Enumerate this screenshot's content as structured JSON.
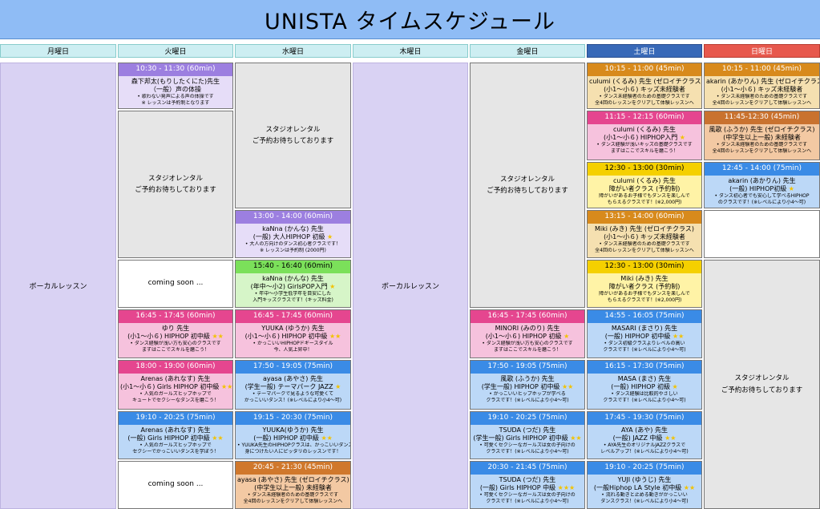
{
  "title": "UNISTA タイムスケジュール",
  "days": [
    "月曜日",
    "火曜日",
    "水曜日",
    "木曜日",
    "金曜日",
    "土曜日",
    "日曜日"
  ],
  "vocal": "ボーカルレッスン",
  "rental": [
    "スタジオレンタル",
    "ご予約お待ちしております"
  ],
  "soon": "coming soon ...",
  "tue": [
    {
      "time": "10:30 - 11:30 (60min)",
      "l1": "森下邦太(もりしたくにた)先生",
      "l2": "（一般）声の体操",
      "l3": "• 歌わない発声による声の体操です",
      "l4": "※ レッスンは予約制となります"
    },
    {
      "time": "16:45 - 17:45 (60min)",
      "l1": "ゆり 先生",
      "l2": "(小1〜小６) HIPHOP 初中級",
      "l3": "• ダンス経験が浅い方も安心のクラスです",
      "l4": "まずはここでスキルを磨こう！"
    },
    {
      "time": "18:00 - 19:00 (60min)",
      "l1": "Arenas (あれなす) 先生",
      "l2": "(小1〜小６) Girls HIPHOP 初中級",
      "l3": "• 人気のガールズヒップホップで",
      "l4": "キュートでセクシーなダンスを磨こう！"
    },
    {
      "time": "19:10 - 20:25 (75min)",
      "l1": "Arenas (あれなす) 先生",
      "l2": "(一般) Girls HIPHOP 初中級",
      "l3": "• 人気のガールズヒップホップで",
      "l4": "セクシーでかっこいいダンスを学ぼう！"
    }
  ],
  "wed": [
    {
      "time": "13:00 - 14:00 (60min)",
      "l1": "kaNna (かんな) 先生",
      "l2": "(一般) 大人HIPHOP 初級",
      "l3": "• 大人の方向けのダンス初心者クラスです！",
      "l4": "※ レッスンは予約制 (2000円)"
    },
    {
      "time": "15:40 - 16:40 (60min)",
      "l1": "kaNna (かんな) 先生",
      "l2": "(年中〜小2) GirlsPOP入門",
      "l3": "• 年中〜小学生低学年を目安にした",
      "l4": "入門キッズクラスです！(キッズ料金)"
    },
    {
      "time": "16:45 - 17:45 (60min)",
      "l1": "YUUKA (ゆうか) 先生",
      "l2": "(小1〜小６) HIPHOP 初中級",
      "l3": "• かっこいいHIPHOPドギースタイル",
      "l4": "今、人気上昇中！"
    },
    {
      "time": "17:50 - 19:05 (75min)",
      "l1": "ayasa (あやさ) 先生",
      "l2": "(学生一般) テーマパーク JAZZ",
      "l3": "• テーマパークで見るような可愛くて",
      "l4": "かっこいいダンス！(※レベルにより小4〜可)"
    },
    {
      "time": "19:15 - 20:30 (75min)",
      "l1": "YUUKA(ゆうか) 先生",
      "l2": "(一般) HIPHOP 初中級",
      "l3": "• YUUKA先生のHIPHOPクラスは、かっこいいダンスを",
      "l4": "身につけたい人にピッタリのレッスンです！"
    },
    {
      "time": "20:45 - 21:30 (45min)",
      "l1": "ayasa (あやさ) 先生 (ゼロイチクラス)",
      "l2": "(中学生以上一般) 未経験者",
      "l3": "• ダンス未経験者のための基礎クラスです",
      "l4": "全4回のレッスンをクリアして体験レッスンへ"
    }
  ],
  "fri": [
    {
      "time": "16:45 - 17:45 (60min)",
      "l1": "MINORI (みのり) 先生",
      "l2": "(小1〜小６) HIPHOP 初級",
      "l3": "• ダンス経験が浅い方も安心のクラスです",
      "l4": "まずはここでスキルを磨こう！"
    },
    {
      "time": "17:50 - 19:05 (75min)",
      "l1": "風歌 (ふうか) 先生",
      "l2": "(学生一般) HIPHOP 初中級",
      "l3": "• かっこいいヒップホップが学べる",
      "l4": "クラスです！(※レベルにより小4〜可)"
    },
    {
      "time": "19:10 - 20:25 (75min)",
      "l1": "TSUDA (つだ) 先生",
      "l2": "(学生一般) Girls HIPHOP 初中級",
      "l3": "• 可愛くセクシーなガールズは女の子向けの",
      "l4": "クラスです！(※レベルにより小4〜可)"
    },
    {
      "time": "20:30 - 21:45 (75min)",
      "l1": "TSUDA (つだ) 先生",
      "l2": "(一般) Girls HIPHOP 中級",
      "l3": "• 可愛くセクシーなガールズは女の子向けの",
      "l4": "クラスです！(※レベルにより小4〜可)"
    }
  ],
  "sat": [
    {
      "time": "10:15 - 11:00 (45min)",
      "l1": "culumi (くるみ) 先生 (ゼロイチクラス)",
      "l2": "(小1〜小６) キッズ未経験者",
      "l3": "• ダンス未経験者のための基礎クラスです",
      "l4": "全4回のレッスンをクリアして体験レッスンへ"
    },
    {
      "time": "11:15 - 12:15 (60min)",
      "l1": "culumi (くるみ) 先生",
      "l2": "(小1〜小６) HIPHOP入門",
      "l3": "• ダンス経験が浅いキッズの基礎クラスです",
      "l4": "まずはここでスキルを磨こう！"
    },
    {
      "time": "12:30 - 13:00 (30min)",
      "l1": "culumi (くるみ) 先生",
      "l2": "障がい者クラス (予約制)",
      "l3": "障がいがあるお子様でもダンスを楽しんで",
      "l4": "もらえるクラスです！(※2,000円)"
    },
    {
      "time": "13:15 - 14:00 (60min)",
      "l1": "Miki (みき) 先生 (ゼロイチクラス)",
      "l2": "(小1〜小６) キッズ未経験者",
      "l3": "• ダンス未経験者のための基礎クラスです",
      "l4": "全4回のレッスンをクリアして体験レッスンへ"
    },
    {
      "time": "12:30 - 13:00 (30min)",
      "l1": "Miki (みき) 先生",
      "l2": "障がい者クラス (予約制)",
      "l3": "障がいがあるお子様でもダンスを楽しんで",
      "l4": "もらえるクラスです！(※2,000円)"
    },
    {
      "time": "14:55 - 16:05 (75min)",
      "l1": "MASARI (まさり) 先生",
      "l2": "(一般) HIPHOP 初中級",
      "l3": "• ダンス初級クラスよりレベルの高い",
      "l4": "クラスです！(※レベルにより小4〜可)"
    },
    {
      "time": "16:15 - 17:30 (75min)",
      "l1": "MASA (まさ) 先生",
      "l2": "(一般) HIPHOP 初級",
      "l3": "• ダンス経験は比較的やさしい",
      "l4": "クラスです！(※レベルにより小4〜可)"
    },
    {
      "time": "17:45 - 19:30 (75min)",
      "l1": "AYA (あや) 先生",
      "l2": "(一般) JAZZ 中級",
      "l3": "• AYA先生のオリジナルJAZZクラスで",
      "l4": "レベルアップ！(※レベルにより小4〜可)"
    },
    {
      "time": "19:10 - 20:25 (75min)",
      "l1": "YUJI (ゆうじ) 先生",
      "l2": "(一般Hiphop LA Style 初中級",
      "l3": "• 流れる動きと止める動きがかっこいい",
      "l4": "ダンスクラス！(※レベルにより小4〜可)"
    }
  ],
  "sun": [
    {
      "time": "10:15 - 11:00 (45min)",
      "l1": "akarin (あかりん) 先生 (ゼロイチクラス)",
      "l2": "(小1〜小６) キッズ未経験者",
      "l3": "• ダンス未経験者のための基礎クラスです",
      "l4": "全4回のレッスンをクリアして体験レッスンへ"
    },
    {
      "time": "11:45-12:30 (45min)",
      "l1": "風歌 (ふうか) 先生 (ゼロイチクラス)",
      "l2": "(中学生以上一般) 未経験者",
      "l3": "• ダンス未経験者のための基礎クラスです",
      "l4": "全4回のレッスンをクリアして体験レッスンへ"
    },
    {
      "time": "12:45 - 14:00 (75min)",
      "l1": "akarin (あかりん) 先生",
      "l2": "(一般) HIPHOP初級",
      "l3": "• ダンス初心者でも安心して学べるHIPHOP",
      "l4": "のクラスです！(※レベルにより小4〜可)"
    }
  ],
  "colors": {
    "orange": "#d88a1c",
    "pink": "#e5468f",
    "yellow": "#f5d000",
    "blue": "#3a8be6",
    "purple": "#9c7fe0",
    "green": "#7be05a",
    "red": "#e7584d",
    "navy": "#3869b8"
  }
}
